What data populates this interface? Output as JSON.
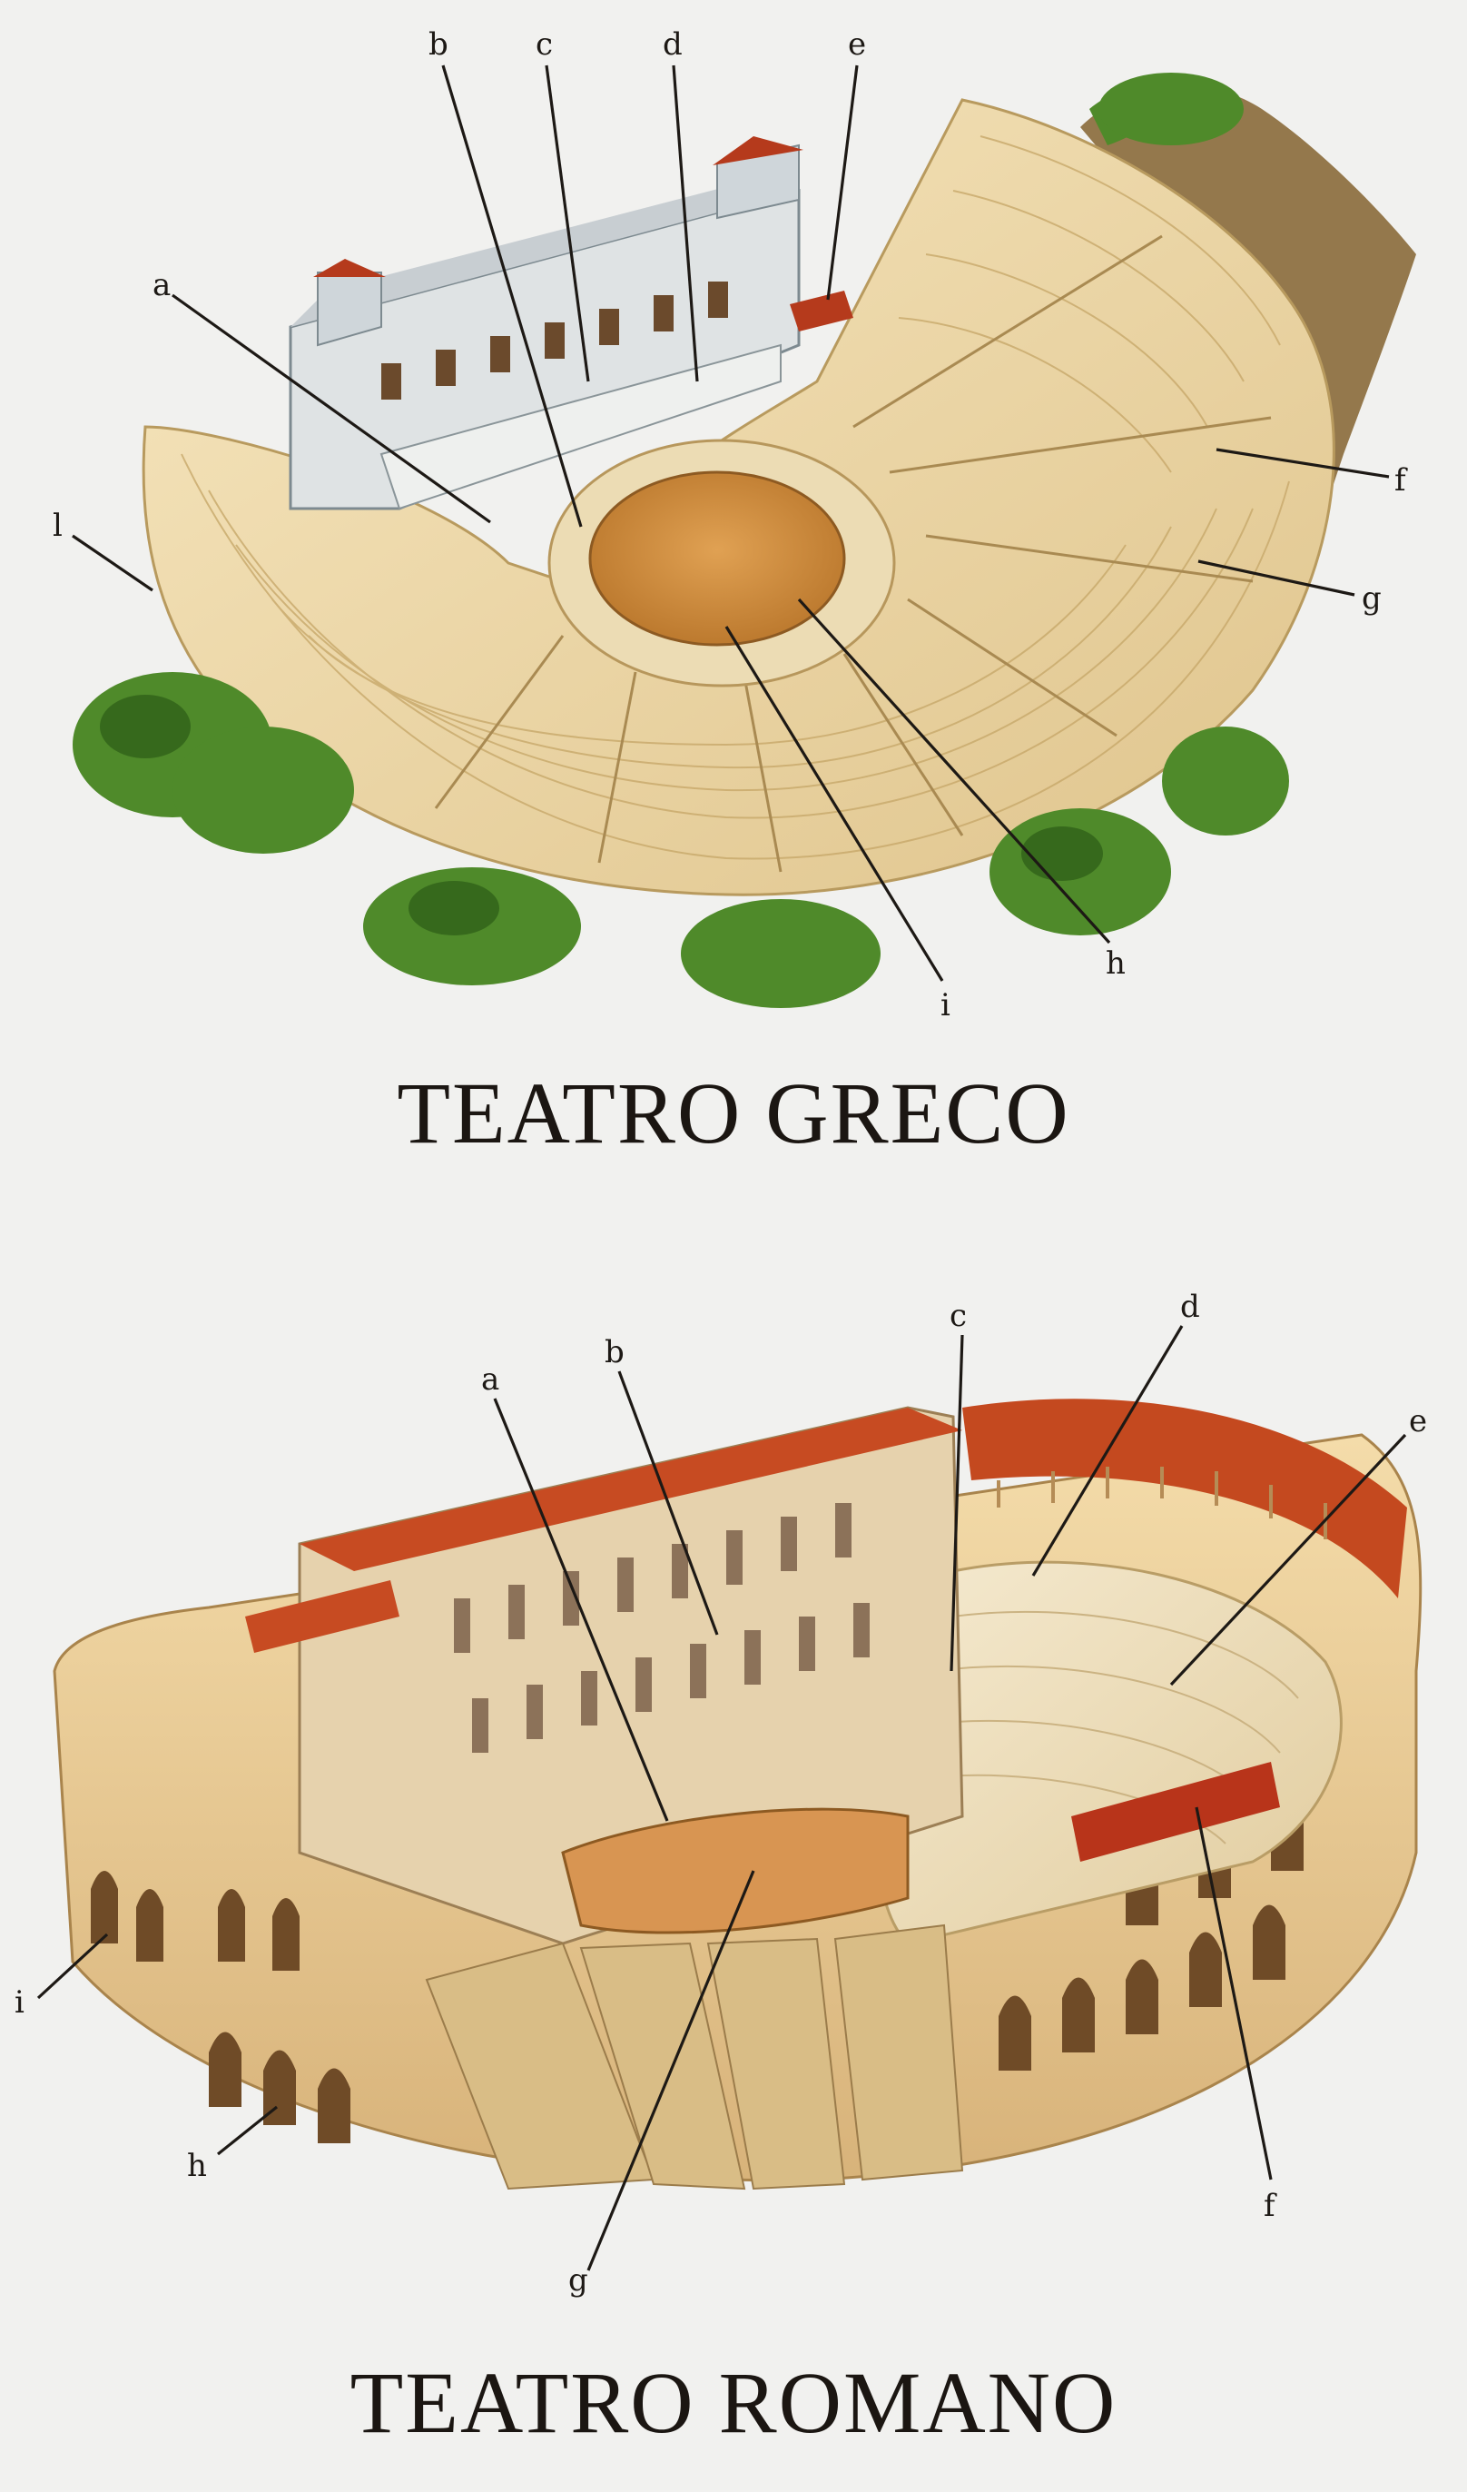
{
  "greek": {
    "title": "TEATRO GRECO",
    "labels": {
      "a": "a",
      "b": "b",
      "c": "c",
      "d": "d",
      "e": "e",
      "f": "f",
      "g": "g",
      "h": "h",
      "i": "i",
      "l": "l"
    }
  },
  "roman": {
    "title": "TEATRO ROMANO",
    "labels": {
      "a": "a",
      "b": "b",
      "c": "c",
      "d": "d",
      "e": "e",
      "f": "f",
      "g": "g",
      "h": "h",
      "i": "i"
    }
  },
  "colors": {
    "background": "#f1f1ef",
    "stone_light": "#f3e0b4",
    "stone_shade": "#dcc089",
    "orchestra": "#d38f3e",
    "roof_red": "#c1441e",
    "foliage": "#4f8a2a",
    "ink": "#1d1915"
  }
}
